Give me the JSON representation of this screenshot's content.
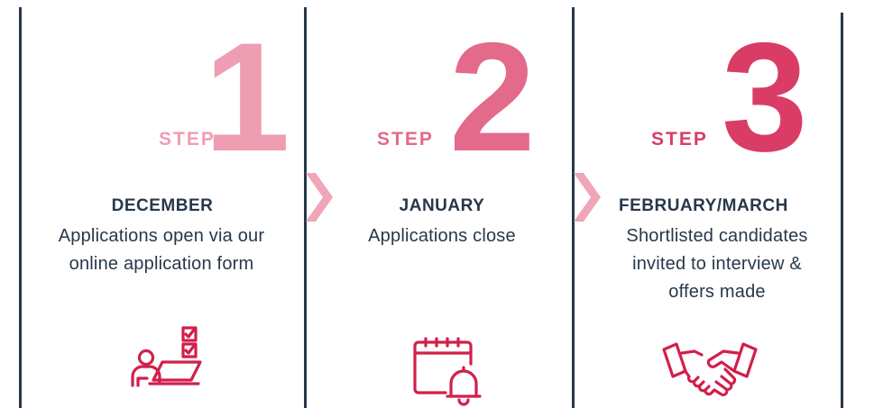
{
  "colors": {
    "text_dark": "#27384a",
    "divider": "#27384a",
    "step1": "#ef9db3",
    "step2": "#e36a8b",
    "step3": "#d93d66",
    "chevron": "#f0a5b8",
    "icon": "#d21f4a"
  },
  "steps": [
    {
      "number": "1",
      "word": "STEP",
      "month": "DECEMBER",
      "description_lines": [
        "Applications open via our",
        "online application form"
      ],
      "icon": "person-at-laptop-checklist-icon"
    },
    {
      "number": "2",
      "word": "STEP",
      "month": "JANUARY",
      "description_lines": [
        "Applications close"
      ],
      "icon": "calendar-bell-icon"
    },
    {
      "number": "3",
      "word": "STEP",
      "month": "FEBRUARY/MARCH",
      "description_lines": [
        "Shortlisted candidates",
        "invited to interview &",
        "offers made"
      ],
      "icon": "handshake-icon"
    }
  ]
}
